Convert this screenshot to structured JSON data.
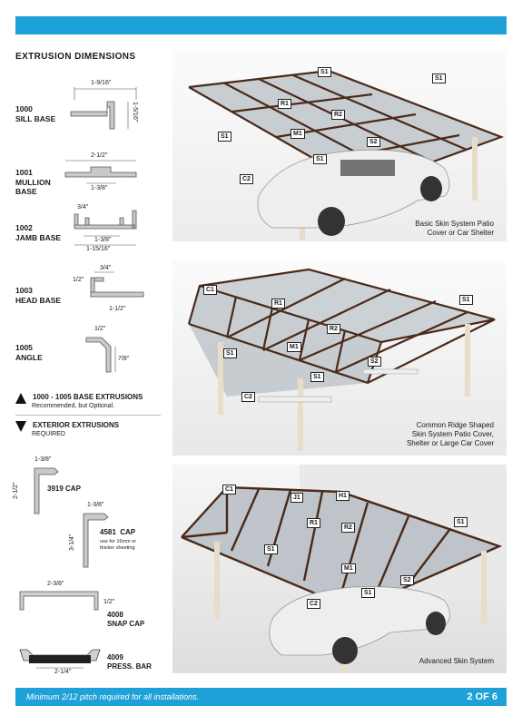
{
  "section_title": "EXTRUSION DIMENSIONS",
  "profiles": [
    {
      "code": "1000",
      "name": "SILL BASE",
      "dims": [
        "1-9/16\"",
        "1-5/16\""
      ]
    },
    {
      "code": "1001",
      "name": "MULLION BASE",
      "dims": [
        "2-1/2\"",
        "1-3/8\""
      ]
    },
    {
      "code": "1002",
      "name": "JAMB BASE",
      "dims": [
        "3/4\"",
        "1-3/8\"",
        "1-15/16\""
      ]
    },
    {
      "code": "1003",
      "name": "HEAD BASE",
      "dims": [
        "3/4\"",
        "1/2\"",
        "1-1/2\""
      ]
    },
    {
      "code": "1005",
      "name": "ANGLE",
      "dims": [
        "1/2\"",
        "7/8\""
      ]
    }
  ],
  "legend": {
    "base_title": "1000 - 1005  BASE EXTRUSIONS",
    "base_sub": "Recommended, but Optional.",
    "exterior_title": "EXTERIOR EXTRUSIONS",
    "exterior_sub": "REQUIRED"
  },
  "exterior": [
    {
      "code": "3919",
      "name": "CAP",
      "dims": [
        "1-3/8\"",
        "2-1/2\""
      ]
    },
    {
      "code": "4581",
      "name": "CAP",
      "dims": [
        "1-3/8\"",
        "3-1/4\""
      ],
      "note": "use for 16mm or thicker sheeting"
    },
    {
      "code": "4008",
      "name": "SNAP CAP",
      "dims": [
        "2-3/8\"",
        "1/2\""
      ]
    },
    {
      "code": "4009",
      "name": "PRESS. BAR",
      "dims": [
        "2-1/4\""
      ]
    }
  ],
  "panels": [
    {
      "caption": [
        "Basic Skin System Patio",
        "Cover or Car Shelter"
      ],
      "labels": [
        "S1",
        "S1",
        "R1",
        "R2",
        "S1",
        "M1",
        "S2",
        "S1",
        "C2"
      ]
    },
    {
      "caption": [
        "Common Ridge Shaped",
        "Skin System Patio Cover,",
        "Shelter or Large Car Cover"
      ],
      "labels": [
        "C1",
        "R1",
        "S1",
        "R2",
        "S1",
        "M1",
        "S2",
        "S1",
        "C2"
      ]
    },
    {
      "caption": [
        "Advanced Skin System"
      ],
      "labels": [
        "C1",
        "J1",
        "H1",
        "R1",
        "R2",
        "S1",
        "S1",
        "M1",
        "S2",
        "S1",
        "C2"
      ]
    }
  ],
  "footer": {
    "note": "Minimum 2/12 pitch required for all installations.",
    "page": "2 OF 6"
  },
  "colors": {
    "accent": "#1ea1d8",
    "frame": "#4a2a18",
    "glass": "#b9c1c7"
  }
}
